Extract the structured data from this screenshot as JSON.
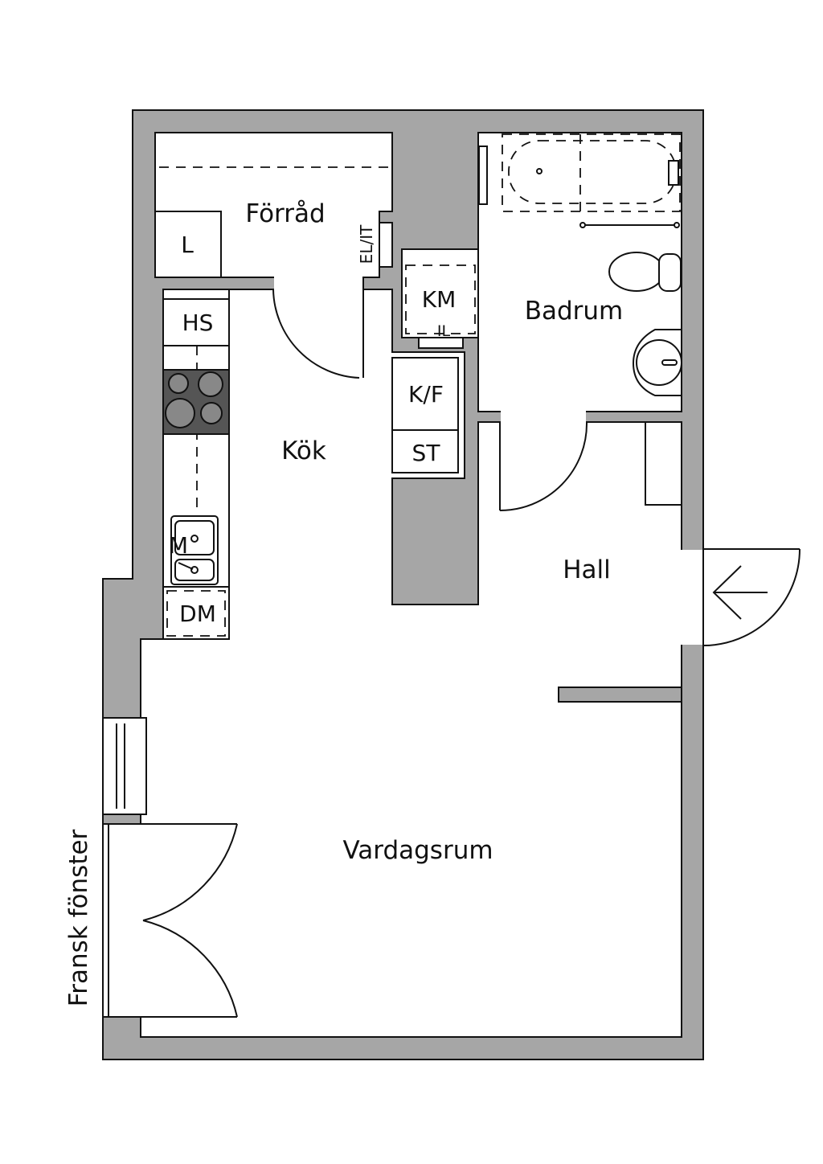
{
  "plan": {
    "rooms": {
      "storage": "Förråd",
      "kitchen": "Kök",
      "bathroom": "Badrum",
      "hall": "Hall",
      "living": "Vardagsrum"
    },
    "fixtures": {
      "linen": "L",
      "electrical": "EL/IT",
      "tall_cabinet": "HS",
      "washer": "KM",
      "dryer": "IL",
      "fridge_freezer": "K/F",
      "wardrobe": "ST",
      "microwave": "M",
      "dishwasher": "DM"
    },
    "french_window": "Fransk fönster",
    "colors": {
      "wall": "#a6a6a6",
      "stove": "#555555",
      "line": "#111111"
    }
  }
}
